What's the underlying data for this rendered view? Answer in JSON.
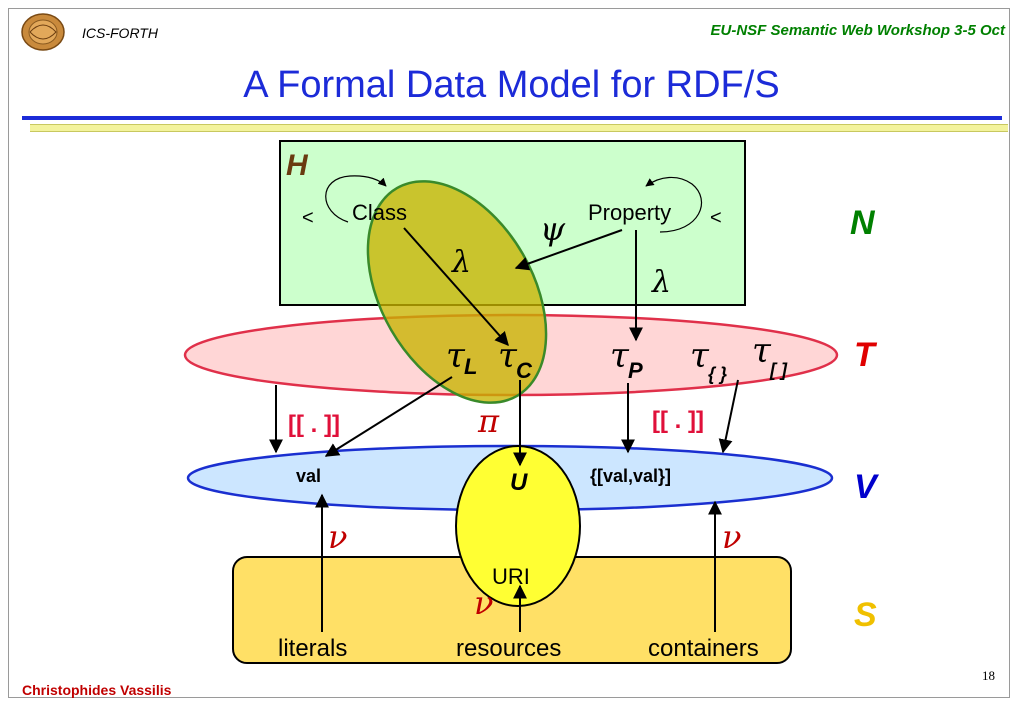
{
  "header": {
    "org": "ICS-FORTH",
    "workshop": "EU-NSF Semantic Web Workshop 3-5 Oct",
    "title": "A Formal Data Model for RDF/S"
  },
  "diagram": {
    "box_h_label": "H",
    "class_label": "Class",
    "property_label": "Property",
    "subclass_symbol_left": "<",
    "subclass_symbol_right": "<",
    "psi": "ψ",
    "lambda_left": "λ",
    "lambda_right": "λ",
    "tau": "τ",
    "tau_L_sub": "L",
    "tau_C_sub": "C",
    "tau_P_sub": "P",
    "tau_set_sub": "{ }",
    "tau_list_sub": "[ ]",
    "interp_left": "[[ . ]]",
    "interp_right": "[[ . ]]",
    "pi": "π",
    "val_label": "val",
    "U_label": "U",
    "valval_label": "{[val,val}]",
    "nu_left": "ν",
    "nu_middle": "ν",
    "nu_right": "ν",
    "uri_label": "URI",
    "literals_label": "literals",
    "resources_label": "resources",
    "containers_label": "containers",
    "level_N": "N",
    "level_T": "T",
    "level_V": "V",
    "level_S": "S",
    "colors": {
      "box_h_fill": "#ccffcc",
      "class_ellipse_fill": "#c8b400",
      "t_ellipse_fill": "#ffd6d6",
      "v_ellipse_fill": "#cce6ff",
      "u_ellipse_fill": "#ffff33",
      "s_box_fill": "#ffe066",
      "level_N": "#008000",
      "level_T": "#e00000",
      "level_V": "#0000cc",
      "level_S": "#f0c000",
      "greek_red": "#c00000"
    }
  },
  "footer": {
    "author": "Christophides Vassilis",
    "page_number": "18"
  }
}
